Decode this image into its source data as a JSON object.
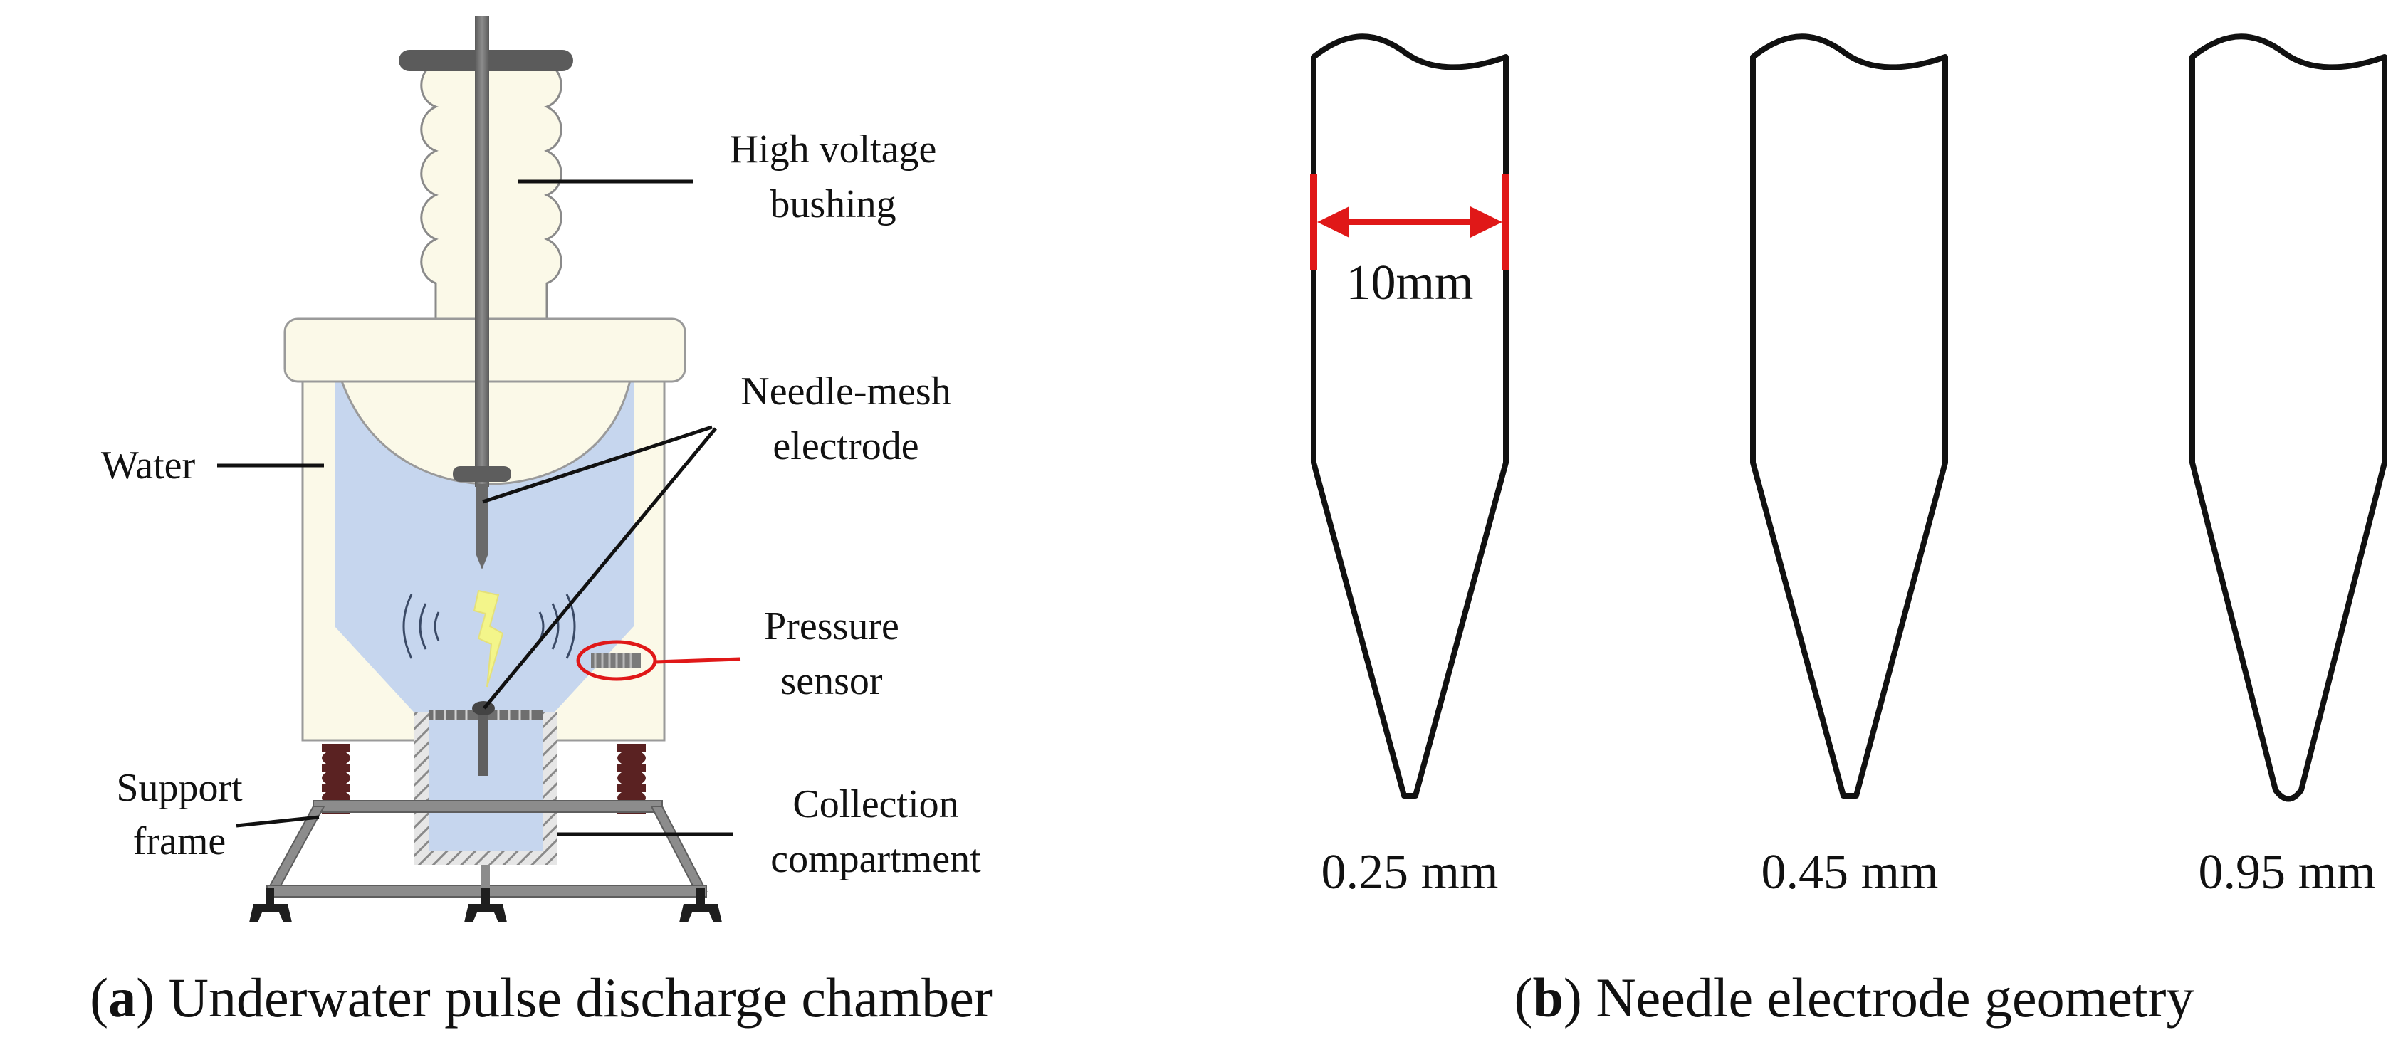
{
  "panel_a": {
    "caption_letter": "a",
    "caption_text": "Underwater pulse discharge chamber",
    "labels": {
      "bushing_line1": "High voltage",
      "bushing_line2": "bushing",
      "electrode_line1": "Needle-mesh",
      "electrode_line2": "electrode",
      "water": "Water",
      "sensor_line1": "Pressure",
      "sensor_line2": "sensor",
      "support_line1": "Support",
      "support_line2": "frame",
      "collection_line1": "Collection",
      "collection_line2": "compartment"
    }
  },
  "panel_b": {
    "caption_letter": "b",
    "caption_text": "Needle electrode geometry",
    "diameter_label": "10mm",
    "needles": [
      {
        "tip_label": "0.25 mm"
      },
      {
        "tip_label": "0.45 mm"
      },
      {
        "tip_label": "0.95 mm"
      }
    ]
  },
  "colors": {
    "water": "#c6d6ee",
    "insulator": "#fbf9e8",
    "metal": "#6f6f6f",
    "dark_support": "#5a2222",
    "spark": "#f3f58a",
    "red_accent": "#e01818"
  }
}
